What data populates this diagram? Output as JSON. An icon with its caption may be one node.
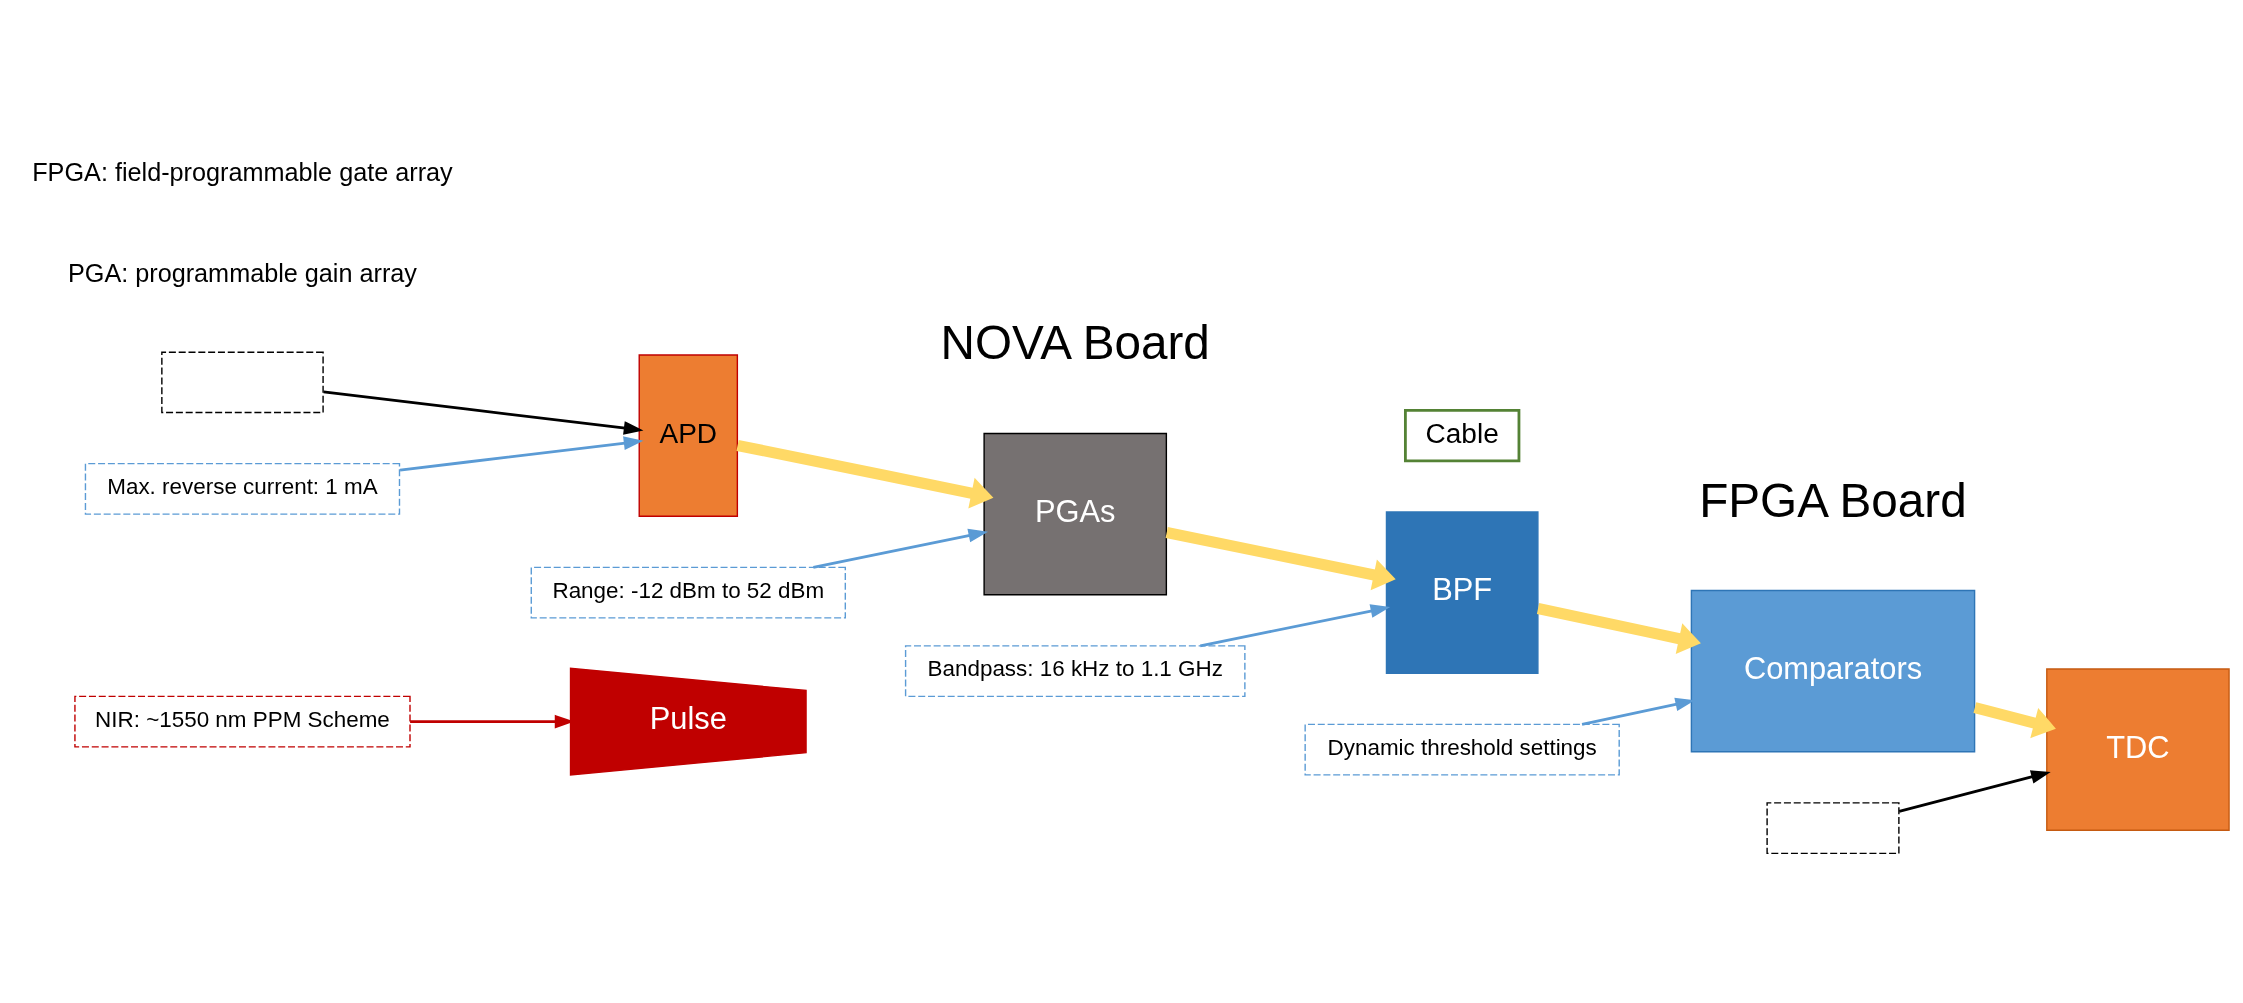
{
  "diagram": {
    "nodes": [
      {
        "text": [
          "NIR: ~1550 nm PPM Scheme"
        ]
      },
      {
        "text": [
          "Pulse"
        ]
      },
      {
        "text": [],
        "shape": "box"
      },
      {
        "text": [
          "APD"
        ]
      },
      {
        "text": [
          "Range: -12 dBm to 52 dBm"
        ]
      },
      {
        "text": [
          "PGAs"
        ]
      },
      {
        "text": [
          "Max. reverse current: 1 mA"
        ]
      },
      {
        "text": [
          "Bandpass: 16 kHz to 1.1 GHz"
        ]
      },
      {
        "text": [
          "BPF"
        ]
      },
      {
        "text": [
          "Dynamic threshold settings"
        ]
      },
      {
        "text": [
          "Comparators"
        ]
      },
      {
        "text": [],
        "shape": "box"
      },
      {
        "text": [
          "TDC"
        ]
      },
      {
        "text": [
          "Cable"
        ]
      }
    ],
    "edges": [
      {
        "from": 0,
        "to": 1,
        "arrow": "to",
        "color": "#c00000"
      },
      {
        "from": 2,
        "to": 3,
        "arrow": "to",
        "color": "#000000"
      },
      {
        "from": 4,
        "to": 5,
        "arrow": "to",
        "color": "#5b9bd5"
      },
      {
        "from": 6,
        "to": 3,
        "arrow": "to",
        "color": "#5b9bd5"
      },
      {
        "from": 3,
        "to": 5,
        "arrow": "to",
        "style": "thick",
        "color": "#ffd966"
      },
      {
        "from": 5,
        "to": 8,
        "arrow": "to",
        "style": "thick",
        "color": "#ffd966"
      },
      {
        "from": 7,
        "to": 8,
        "arrow": "to",
        "color": "#5b9bd5"
      },
      {
        "from": 8,
        "to": 10,
        "arrow": "to",
        "style": "thick",
        "color": "#ffd966"
      },
      {
        "from": 9,
        "to": 10,
        "arrow": "to",
        "color": "#5b9bd5"
      },
      {
        "from": 10,
        "to": 12,
        "arrow": "to",
        "style": "thick",
        "color": "#ffd966"
      },
      {
        "from": 11,
        "to": 12,
        "arrow": "to",
        "color": "#000000"
      }
    ],
    "labels": [
      "NOVA Board",
      "FPGA Board",
      "PGA: programmable gain array",
      "FPGA: field-programmable gate array"
    ]
  }
}
